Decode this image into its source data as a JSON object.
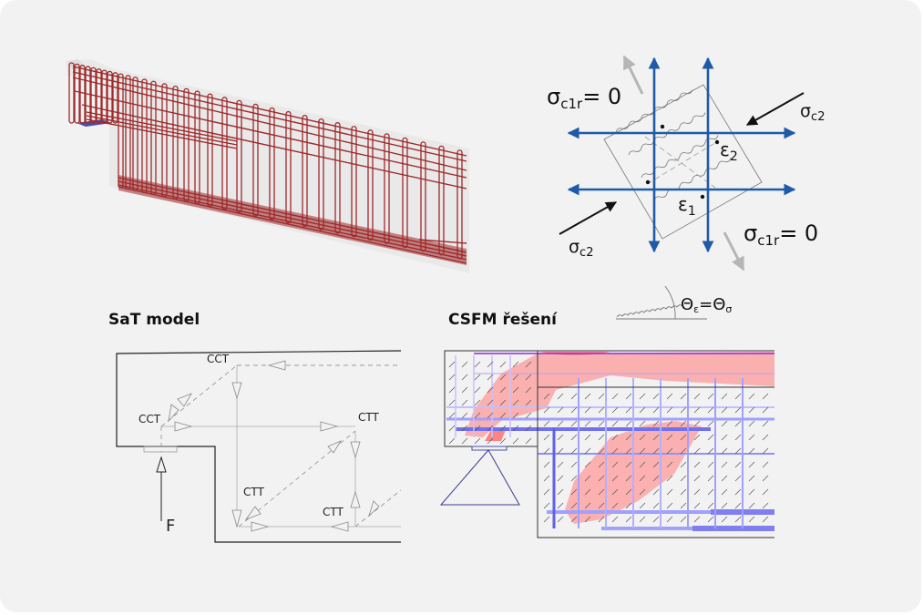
{
  "panels": {
    "rebar_3d": {
      "title": "3D rebar cage model of corbel beam end",
      "rebar_color": "#9e2a2b",
      "bearing_color": "#4a4ea8"
    },
    "stress_element": {
      "labels": {
        "sigma_c1r_top": "σ",
        "sigma_c1r_top_sub": "c1r",
        "sigma_c1r_top_eq": "= 0",
        "sigma_c1r_bottom": "σ",
        "sigma_c1r_bottom_sub": "c1r",
        "sigma_c1r_bottom_eq": "= 0",
        "sigma_c2_right": "σ",
        "sigma_c2_right_sub": "c2",
        "sigma_c2_left": "σ",
        "sigma_c2_left_sub": "c2",
        "epsilon_1": "ε",
        "epsilon_1_sub": "1",
        "epsilon_2": "ε",
        "epsilon_2_sub": "2",
        "theta_eps": "Θ",
        "theta_eps_sub": "ε",
        "theta_eq": "=",
        "theta_sig": "Θ",
        "theta_sig_sub": "σ"
      },
      "reinforcement_color": "#1f5aa8"
    },
    "sat_model": {
      "heading": "SaT model",
      "nodes": [
        "CCT",
        "CCT",
        "CTT",
        "CTT",
        "CTT"
      ],
      "load_label": "F"
    },
    "csfm": {
      "heading": "CSFM řešení",
      "compression_color": "#ff9a9a",
      "tension_color": "#7f7ff0"
    }
  }
}
